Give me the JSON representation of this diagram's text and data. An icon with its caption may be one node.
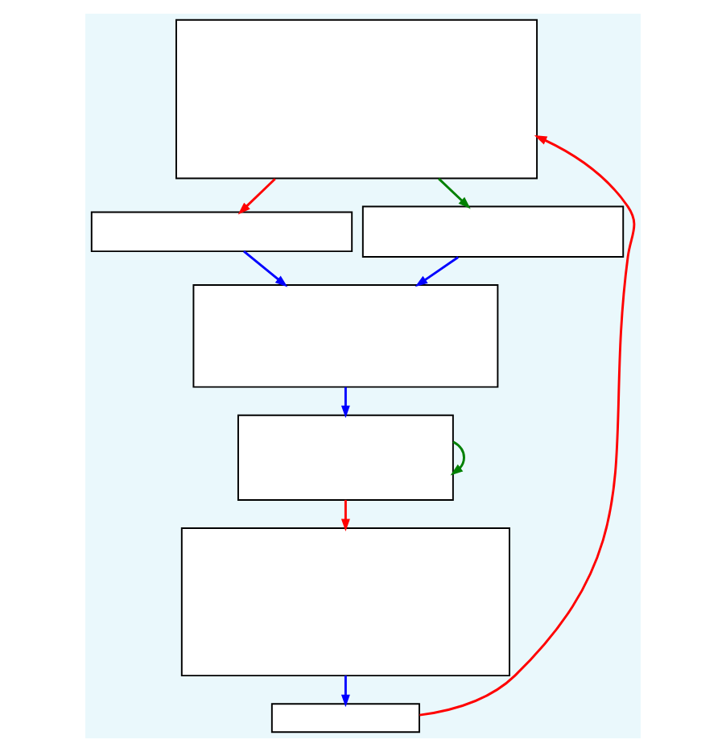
{
  "diagram": {
    "nodes": [
      {
        "text": [],
        "shape": "box"
      },
      {
        "text": [],
        "shape": "box"
      },
      {
        "text": [],
        "shape": "box"
      },
      {
        "text": [],
        "shape": "box"
      },
      {
        "text": [],
        "shape": "box"
      },
      {
        "text": [],
        "shape": "box"
      },
      {
        "text": [],
        "shape": "box"
      }
    ],
    "edges": [
      {
        "from": 0,
        "to": 1,
        "arrow": "to",
        "color": "#ff0000"
      },
      {
        "from": 0,
        "to": 2,
        "arrow": "to",
        "color": "#008000"
      },
      {
        "from": 1,
        "to": 3,
        "arrow": "to"
      },
      {
        "from": 2,
        "to": 3,
        "arrow": "to"
      },
      {
        "from": 3,
        "to": 4,
        "arrow": "to"
      },
      {
        "from": 4,
        "to": 4,
        "arrow": "to",
        "color": "#008000"
      },
      {
        "from": 4,
        "to": 5,
        "arrow": "to",
        "color": "#ff0000"
      },
      {
        "from": 5,
        "to": 6,
        "arrow": "to"
      },
      {
        "from": 6,
        "to": 0,
        "arrow": "to",
        "color": "#ff0000"
      }
    ]
  }
}
